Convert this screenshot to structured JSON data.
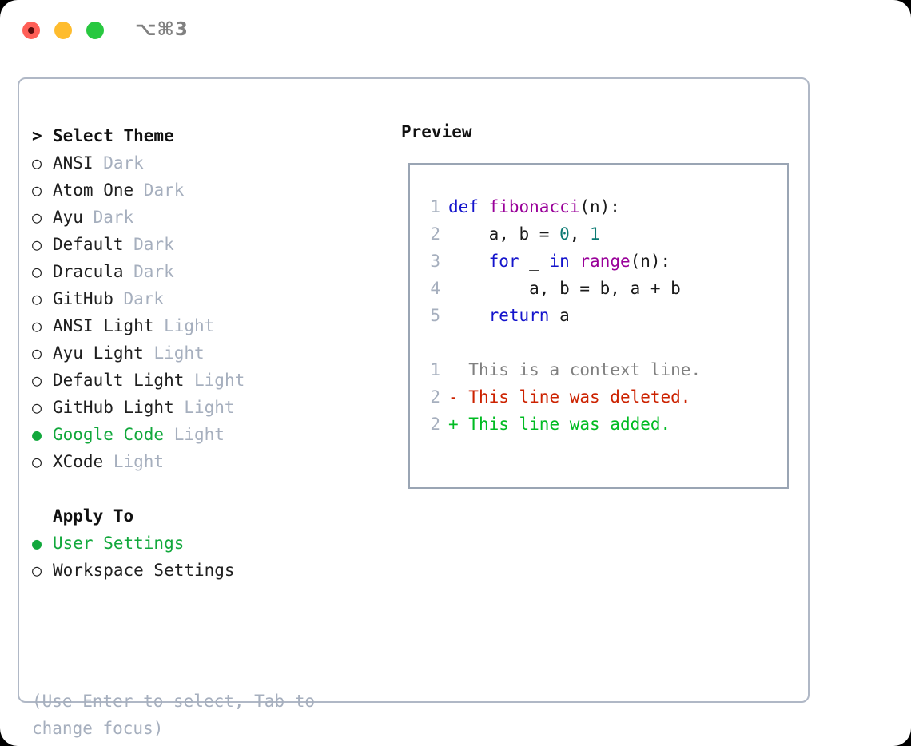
{
  "window": {
    "shortcut_badge": "⌥⌘3",
    "traffic_lights": [
      {
        "name": "close",
        "color": "#ff5f57"
      },
      {
        "name": "minimize",
        "color": "#febc2e"
      },
      {
        "name": "maximize",
        "color": "#28c840"
      }
    ]
  },
  "theme_picker": {
    "caret": ">",
    "title": "Select Theme",
    "bullet_unselected": "○",
    "bullet_selected": "●",
    "selected_color": "#12a83c",
    "suffix_color": "#a6afbe",
    "items": [
      {
        "bullet": "○",
        "name": "ANSI",
        "suffix": "Dark",
        "selected": false
      },
      {
        "bullet": "○",
        "name": "Atom One",
        "suffix": "Dark",
        "selected": false
      },
      {
        "bullet": "○",
        "name": "Ayu",
        "suffix": "Dark",
        "selected": false
      },
      {
        "bullet": "○",
        "name": "Default",
        "suffix": "Dark",
        "selected": false
      },
      {
        "bullet": "○",
        "name": "Dracula",
        "suffix": "Dark",
        "selected": false
      },
      {
        "bullet": "○",
        "name": "GitHub",
        "suffix": "Dark",
        "selected": false
      },
      {
        "bullet": "○",
        "name": "ANSI Light",
        "suffix": "Light",
        "selected": false
      },
      {
        "bullet": "○",
        "name": "Ayu Light",
        "suffix": "Light",
        "selected": false
      },
      {
        "bullet": "○",
        "name": "Default Light",
        "suffix": "Light",
        "selected": false
      },
      {
        "bullet": "○",
        "name": "GitHub Light",
        "suffix": "Light",
        "selected": false
      },
      {
        "bullet": "●",
        "name": "Google Code",
        "suffix": "Light",
        "selected": true
      },
      {
        "bullet": "○",
        "name": "XCode",
        "suffix": "Light",
        "selected": false
      }
    ]
  },
  "apply_to": {
    "title": "Apply To",
    "items": [
      {
        "bullet": "●",
        "name": "User Settings",
        "selected": true
      },
      {
        "bullet": "○",
        "name": "Workspace Settings",
        "selected": false
      }
    ]
  },
  "hint": {
    "line1": "(Use Enter to select, Tab to",
    "line2": "change focus)"
  },
  "preview": {
    "title": "Preview",
    "code_lines": [
      {
        "no": "1",
        "tokens": [
          {
            "t": "def ",
            "c": "kw"
          },
          {
            "t": "fibonacci",
            "c": "fn"
          },
          {
            "t": "(n):",
            "c": "plain"
          }
        ]
      },
      {
        "no": "2",
        "tokens": [
          {
            "t": "    a, b = ",
            "c": "plain"
          },
          {
            "t": "0",
            "c": "num"
          },
          {
            "t": ", ",
            "c": "plain"
          },
          {
            "t": "1",
            "c": "num"
          }
        ]
      },
      {
        "no": "3",
        "tokens": [
          {
            "t": "    ",
            "c": "plain"
          },
          {
            "t": "for",
            "c": "kw"
          },
          {
            "t": " _ ",
            "c": "plain"
          },
          {
            "t": "in",
            "c": "kw"
          },
          {
            "t": " ",
            "c": "plain"
          },
          {
            "t": "range",
            "c": "fn"
          },
          {
            "t": "(n):",
            "c": "plain"
          }
        ]
      },
      {
        "no": "4",
        "tokens": [
          {
            "t": "        a, b = b, a + b",
            "c": "plain"
          }
        ]
      },
      {
        "no": "5",
        "tokens": [
          {
            "t": "    ",
            "c": "plain"
          },
          {
            "t": "return",
            "c": "kw"
          },
          {
            "t": " a",
            "c": "plain"
          }
        ]
      }
    ],
    "diff_lines": [
      {
        "no": "1",
        "marker": " ",
        "text": " This is a context line.",
        "kind": "ctx"
      },
      {
        "no": "2",
        "marker": "-",
        "text": " This line was deleted.",
        "kind": "del"
      },
      {
        "no": "2",
        "marker": "+",
        "text": " This line was added.",
        "kind": "add"
      }
    ],
    "syntax_colors": {
      "keyword": "#1414cc",
      "function": "#990099",
      "number": "#0b7a73",
      "plain": "#1a1a1a",
      "line_number": "#a6afbe",
      "diff_context": "#808080",
      "diff_deleted": "#cc2200",
      "diff_added": "#00bb22"
    }
  }
}
